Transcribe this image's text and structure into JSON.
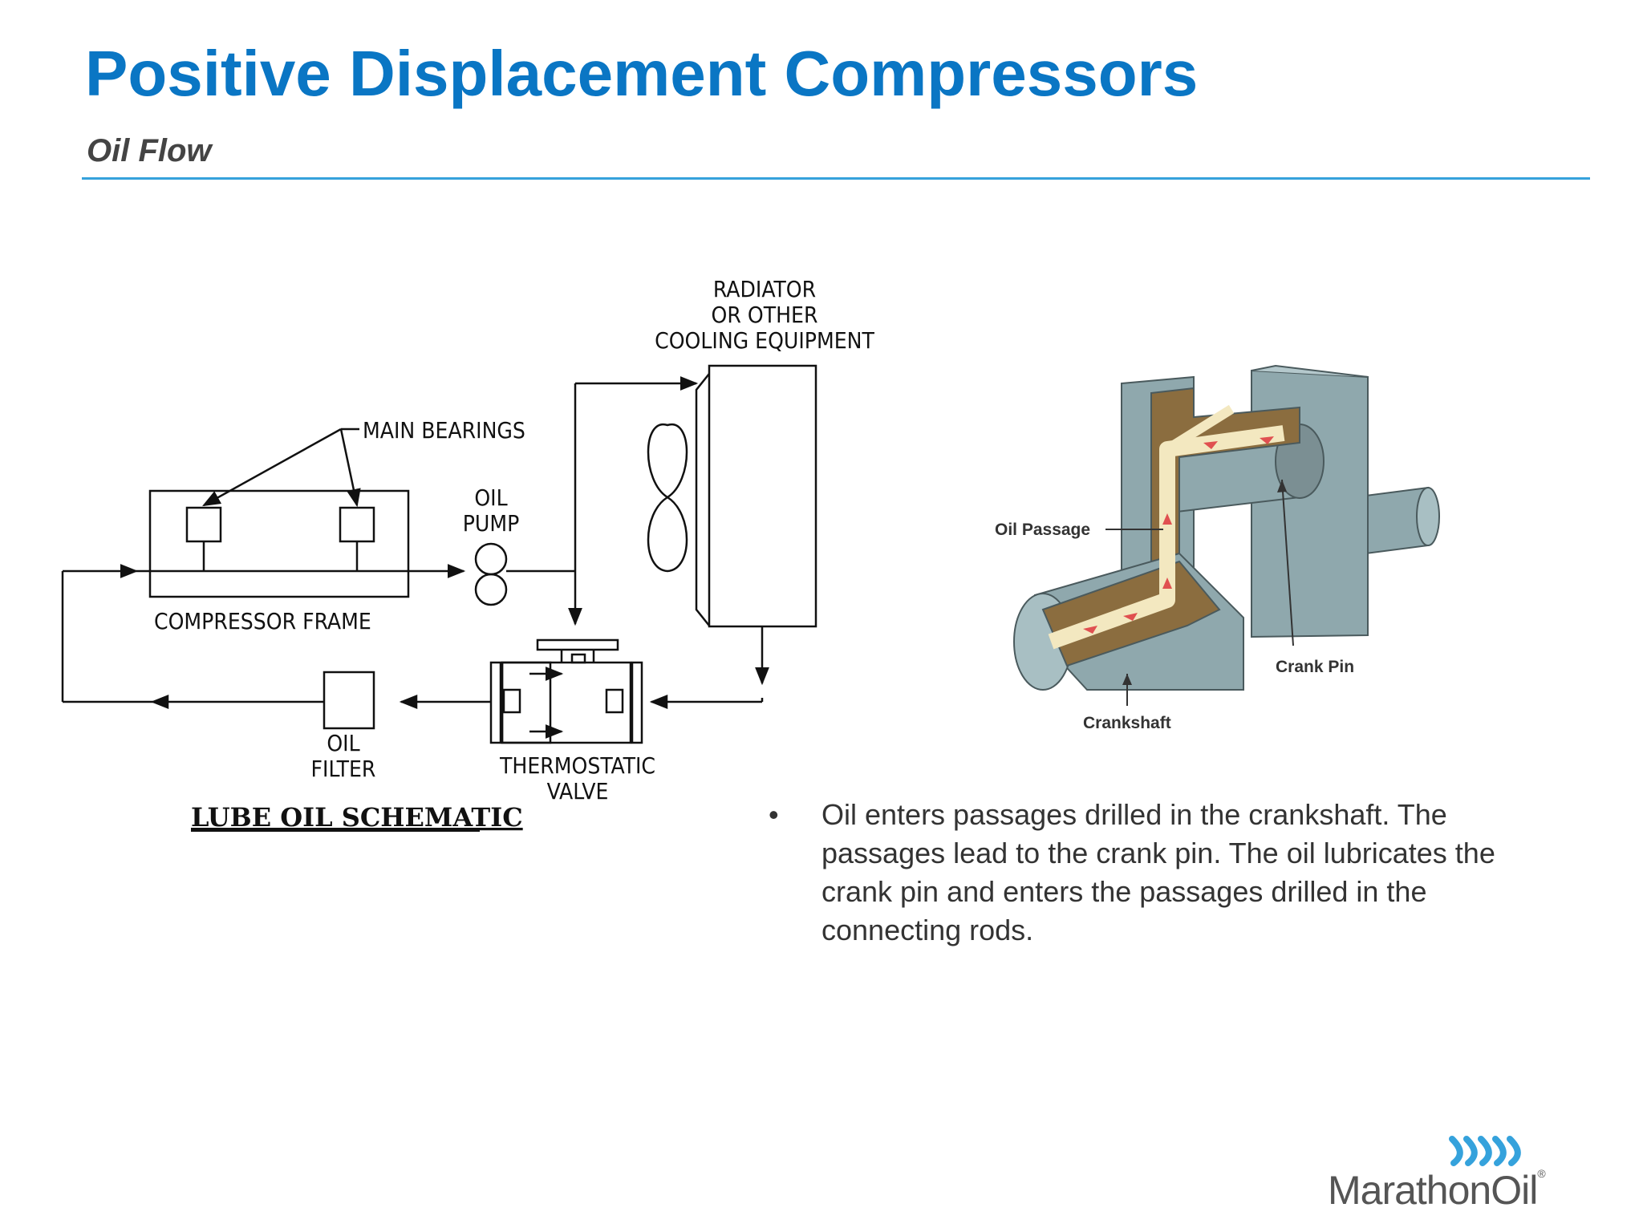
{
  "slide": {
    "title": "Positive Displacement Compressors",
    "subtitle": "Oil Flow"
  },
  "schematic": {
    "labels": {
      "radiator": [
        "RADIATOR",
        "OR  OTHER",
        "COOLING  EQUIPMENT"
      ],
      "main_bearings": "MAIN  BEARINGS",
      "oil_pump": [
        "OIL",
        "PUMP"
      ],
      "compressor_frame": "COMPRESSOR  FRAME",
      "oil_filter": [
        "OIL",
        "FILTER"
      ],
      "thermostatic_valve": [
        "THERMOSTATIC",
        "VALVE"
      ],
      "caption": "LUBE  OIL  SCHEMATIC"
    }
  },
  "crankshaft_figure": {
    "labels": {
      "oil_passage": "Oil Passage",
      "crank_pin": "Crank Pin",
      "crankshaft": "Crankshaft"
    },
    "colors": {
      "metal": "#8fa8ad",
      "oil": "#f3e8c0",
      "section": "#8b6d3f"
    }
  },
  "body": {
    "bullet_symbol": "•",
    "bullet": "Oil enters passages drilled in the crankshaft.  The passages lead to the crank pin.  The oil lubricates the crank pin and enters the passages drilled in the connecting rods."
  },
  "logo": {
    "text": "MarathonOil",
    "registered": "®",
    "colors": {
      "waves": "#35a2dc",
      "text": "#555555"
    }
  }
}
